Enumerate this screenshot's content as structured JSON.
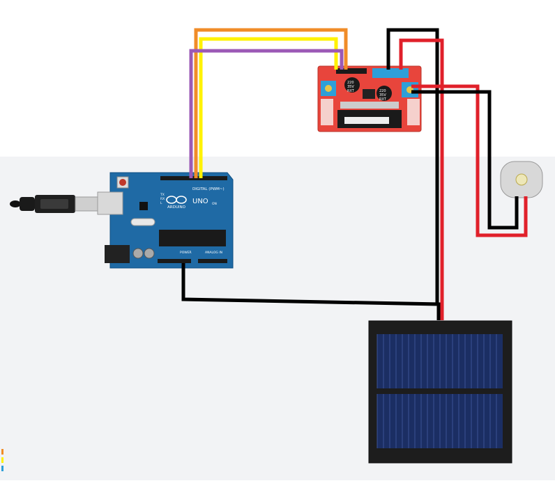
{
  "arduino": {
    "brand_label": "ARDUINO",
    "model_label": "UNO",
    "digital_label": "DIGITAL (PWM~)",
    "power_label": "POWER",
    "analog_label": "ANALOG IN",
    "tx_label": "TX",
    "rx_label": "RX",
    "l_label": "L",
    "on_label": "ON"
  },
  "motor_driver": {
    "capacitor_text": [
      "220",
      "35V",
      "RXT"
    ]
  },
  "wires": {
    "colors": {
      "orange": "#f08c28",
      "yellow": "#fff200",
      "purple": "#9b59b6",
      "black": "#000000",
      "red": "#e0202a"
    }
  },
  "components": [
    {
      "name": "arduino-uno-board",
      "icon": "arduino-uno"
    },
    {
      "name": "l298n-motor-driver",
      "icon": "motor-driver"
    },
    {
      "name": "dc-motor",
      "icon": "dc-motor"
    },
    {
      "name": "solar-panel",
      "icon": "solar-panel"
    },
    {
      "name": "usb-cable",
      "icon": "usb-plug"
    }
  ]
}
